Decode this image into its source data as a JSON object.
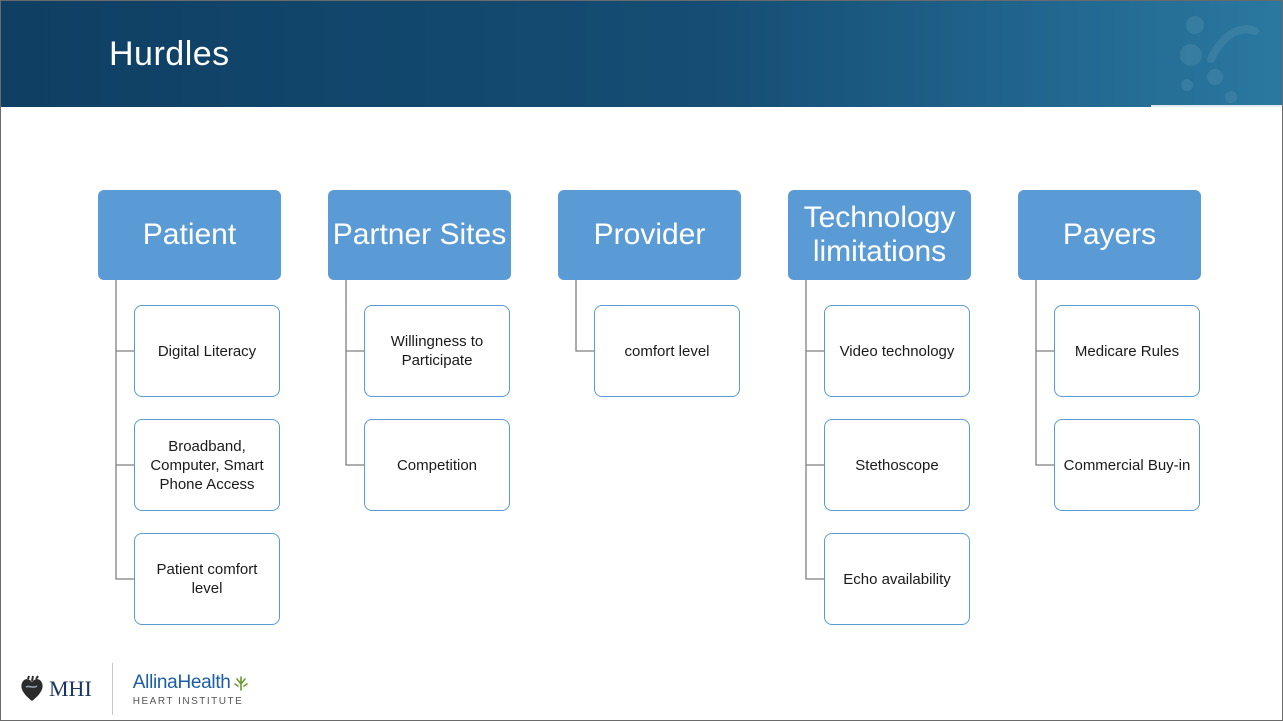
{
  "slide": {
    "title": "Hurdles"
  },
  "columns": [
    {
      "heading": "Patient",
      "items": [
        "Digital Literacy",
        "Broadband, Computer, Smart Phone Access",
        "Patient comfort level"
      ]
    },
    {
      "heading": "Partner Sites",
      "items": [
        "Willingness to Participate",
        "Competition"
      ]
    },
    {
      "heading": "Provider",
      "items": [
        "comfort level"
      ]
    },
    {
      "heading": "Technology limitations",
      "items": [
        "Video technology",
        "Stethoscope",
        "Echo availability"
      ]
    },
    {
      "heading": "Payers",
      "items": [
        "Medicare Rules",
        "Commercial Buy-in"
      ]
    }
  ],
  "footer": {
    "logo1_text": "MHI",
    "logo1_icon": "heart-icon",
    "logo2_name": "AllinaHealth",
    "logo2_sub": "HEART INSTITUTE",
    "logo2_icon": "tree-icon"
  },
  "colors": {
    "header_dark": "#0f3f63",
    "header_light": "#2a78a0",
    "heading_box": "#5b9bd5",
    "child_border": "#5b9bd5",
    "connector": "#7f7f7f"
  }
}
